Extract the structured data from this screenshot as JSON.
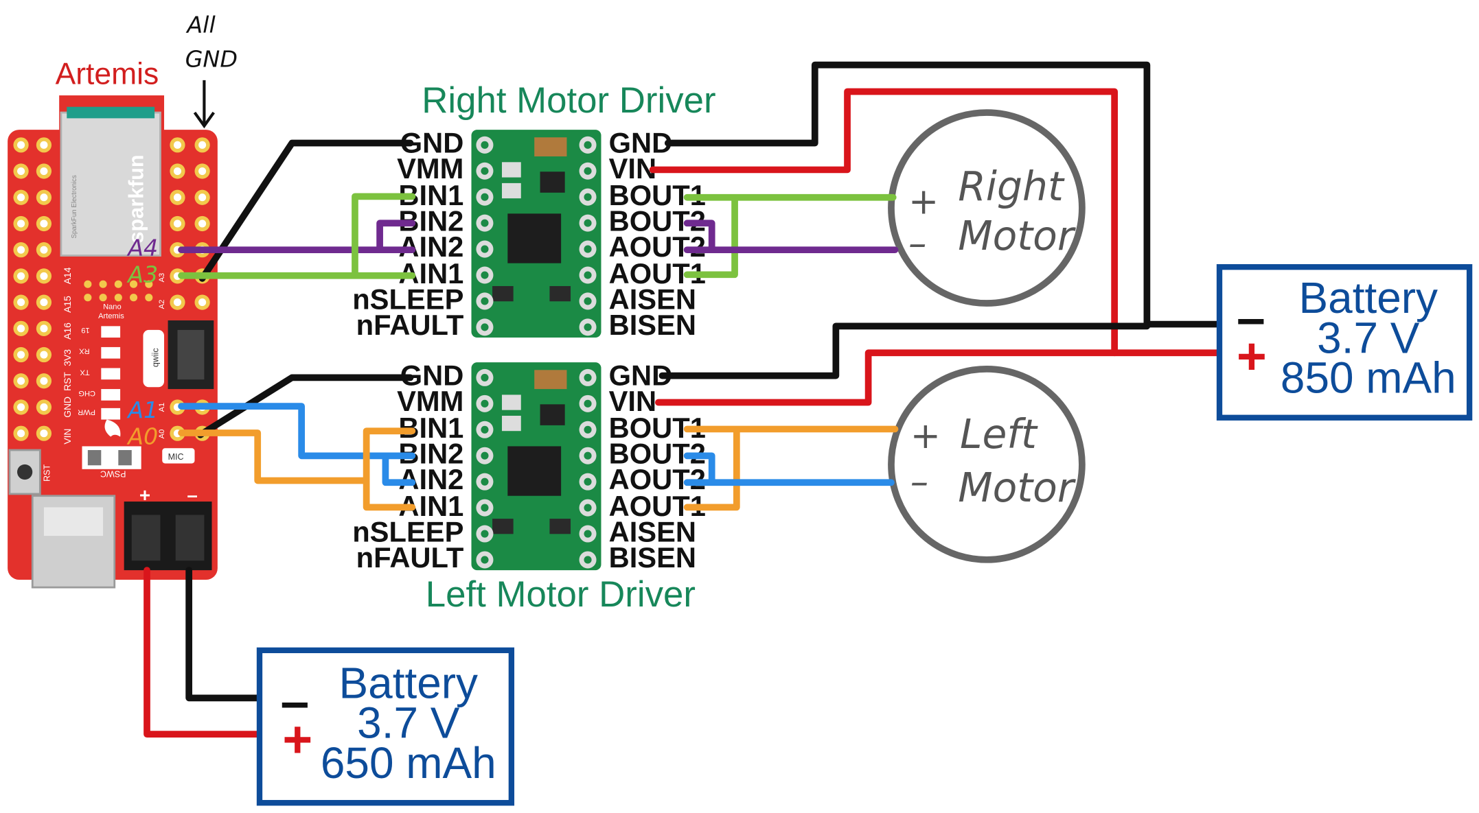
{
  "colors": {
    "board_red": "#e3312c",
    "wire_black": "#111111",
    "wire_red": "#d9151b",
    "wire_green": "#7cc23f",
    "wire_purple": "#6f2a8f",
    "wire_blue": "#2a8be8",
    "wire_orange": "#f29d2c",
    "driver_green": "#1b8a45",
    "label_green": "#17875a",
    "battery_blue": "#0d4c9a",
    "motor_gray": "#666666",
    "artemis_red": "#d21e1e"
  },
  "artemis": {
    "title": "Artemis",
    "note_line1": "All",
    "note_line2": "GND",
    "pin_a4": "A4",
    "pin_a3": "A3",
    "pin_a1": "A1",
    "pin_a0": "A0",
    "silk": {
      "a14": "A14",
      "a15": "A15",
      "a16": "A16",
      "v3v3": "3V3",
      "rst": "RST",
      "gnd": "GND",
      "vin": "VIN",
      "nano": "Nano",
      "artemis": "Artemis",
      "p19": "19",
      "rx": "RX",
      "tx": "TX",
      "chg": "CHG",
      "pwr": "PWR",
      "qwiic": "qwiic",
      "mic": "MIC",
      "pswc": "PSWC",
      "rst_btn": "RST",
      "sparkfun": "sparkfun",
      "a3s": "A3",
      "a2s": "A2",
      "a1s": "A1",
      "a0s": "A0"
    }
  },
  "right_driver": {
    "title": "Right Motor Driver",
    "left_pins": [
      "GND",
      "VMM",
      "BIN1",
      "BIN2",
      "AIN2",
      "AIN1",
      "nSLEEP",
      "nFAULT"
    ],
    "right_pins": [
      "GND",
      "VIN",
      "BOUT1",
      "BOUT2",
      "AOUT2",
      "AOUT1",
      "AISEN",
      "BISEN"
    ]
  },
  "left_driver": {
    "title": "Left Motor Driver",
    "left_pins": [
      "GND",
      "VMM",
      "BIN1",
      "BIN2",
      "AIN2",
      "AIN1",
      "nSLEEP",
      "nFAULT"
    ],
    "right_pins": [
      "GND",
      "VIN",
      "BOUT1",
      "BOUT2",
      "AOUT2",
      "AOUT1",
      "AISEN",
      "BISEN"
    ]
  },
  "right_motor": {
    "plus": "+",
    "minus": "–",
    "line1": "Right",
    "line2": "Motor"
  },
  "left_motor": {
    "plus": "+",
    "minus": "–",
    "line1": "Left",
    "line2": "Motor"
  },
  "battery_right": {
    "minus": "–",
    "plus": "+",
    "line1": "Battery",
    "line2": "3.7 V",
    "line3": "850 mAh"
  },
  "battery_left": {
    "minus": "–",
    "plus": "+",
    "line1": "Battery",
    "line2": "3.7 V",
    "line3": "650 mAh"
  }
}
